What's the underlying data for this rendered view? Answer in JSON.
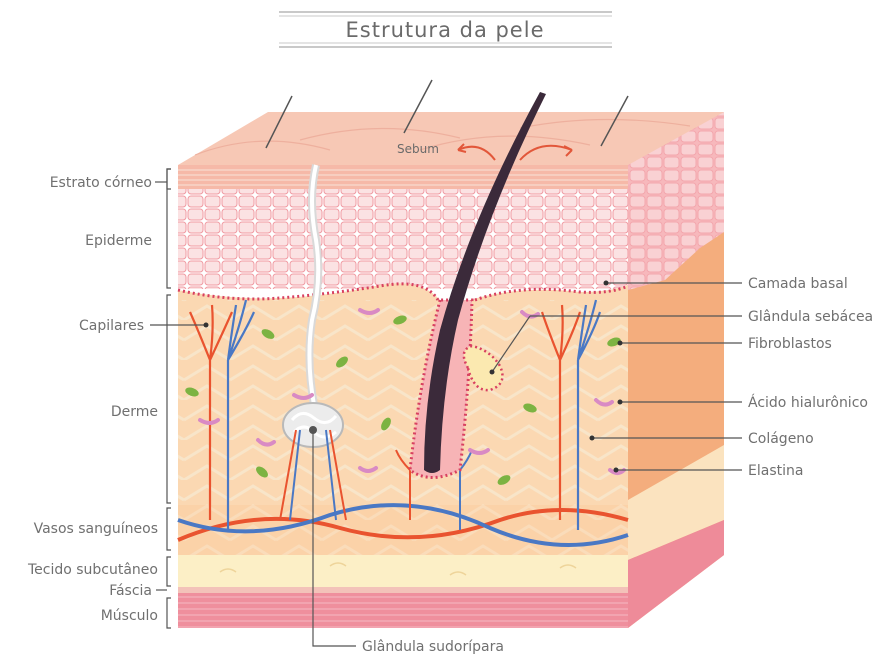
{
  "title": "Estrutura da pele",
  "sebum_label": "Sebum",
  "left_labels": {
    "estrato_corneo": "Estrato córneo",
    "epiderme": "Epiderme",
    "capilares": "Capilares",
    "derme": "Derme",
    "vasos_sanguineos": "Vasos sanguíneos",
    "tecido_subcutaneo": "Tecido subcutâneo",
    "fascia": "Fáscia",
    "musculo": "Músculo"
  },
  "right_labels": {
    "camada_basal": "Camada basal",
    "glandula_sebacea": "Glândula sebácea",
    "fibroblastos": "Fibroblastos",
    "acido_hialuronico": "Ácido hialurônico",
    "colageno": "Colágeno",
    "elastina": "Elastina"
  },
  "bottom_label": "Glândula sudorípara",
  "colors": {
    "surface": "#f6c6b4",
    "epidermis": "#f5b7b9",
    "dermis": "#fbd9b3",
    "dermis_side": "#f4ac7b",
    "subcutaneous": "#fdf0c8",
    "muscle": "#ef8e9c",
    "artery": "#e9532f",
    "vein": "#4a78c4",
    "hair": "#3b2a3a",
    "leader": "#555555"
  }
}
